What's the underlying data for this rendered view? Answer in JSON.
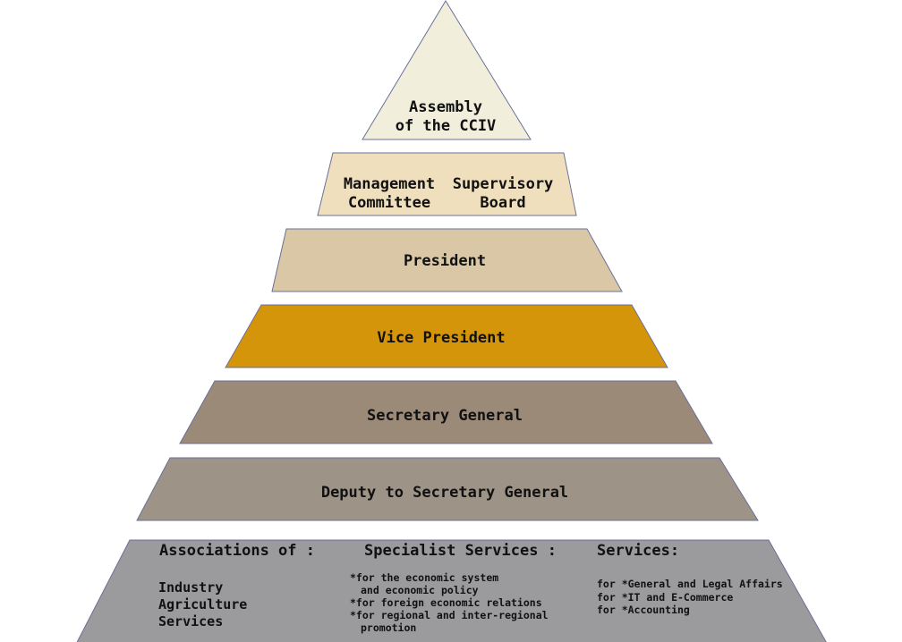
{
  "colors": {
    "assembly": "#f1efdb",
    "board": "#f0dfbd",
    "president": "#d9c7a5",
    "vice_president": "#d4950a",
    "secretary_general": "#9c8a78",
    "deputy": "#9d9387",
    "base": "#9b9a9d",
    "outline": "#6b6f9a"
  },
  "levels": {
    "assembly": [
      "Assembly",
      "of the CCIV"
    ],
    "management": [
      "Management",
      "Committee"
    ],
    "supervisory": [
      "Supervisory",
      "Board"
    ],
    "president": "President",
    "vice_president": "Vice President",
    "secretary_general": "Secretary General",
    "deputy": "Deputy to Secretary General"
  },
  "base": {
    "associations": {
      "heading": "Associations of :",
      "items": [
        "Industry",
        "Agriculture",
        "Services"
      ]
    },
    "specialist": {
      "heading": "Specialist Services :",
      "items": [
        "*for the economic system",
        "and economic policy",
        "*for foreign economic relations",
        "*for regional and inter-regional",
        "promotion"
      ]
    },
    "services": {
      "heading": "Services:",
      "items": [
        "for *General and Legal Affairs",
        "for *IT and E-Commerce",
        "for *Accounting"
      ]
    }
  }
}
